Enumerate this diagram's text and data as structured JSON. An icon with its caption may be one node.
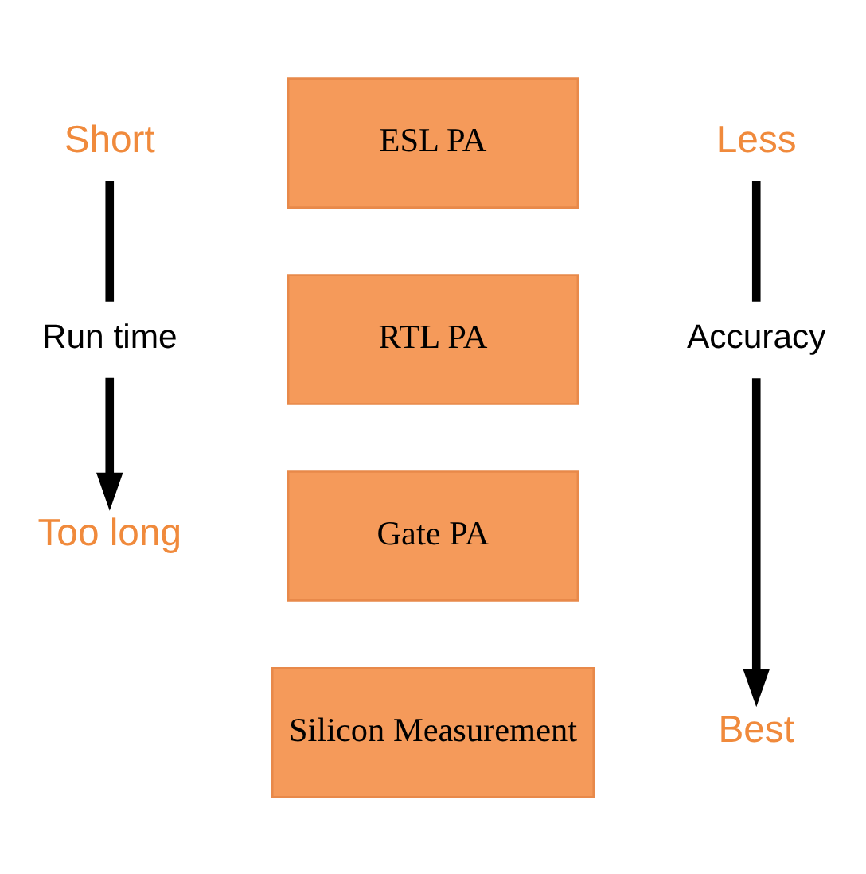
{
  "diagram": {
    "nodes": [
      {
        "text": [
          "ESL PA"
        ]
      },
      {
        "text": [
          "RTL PA"
        ]
      },
      {
        "text": [
          "Gate PA"
        ]
      },
      {
        "text": [
          "Silicon Measurement"
        ]
      }
    ],
    "labels": [
      "Short",
      "Less",
      "Run time",
      "Accuracy",
      "Too long",
      "Best"
    ]
  }
}
